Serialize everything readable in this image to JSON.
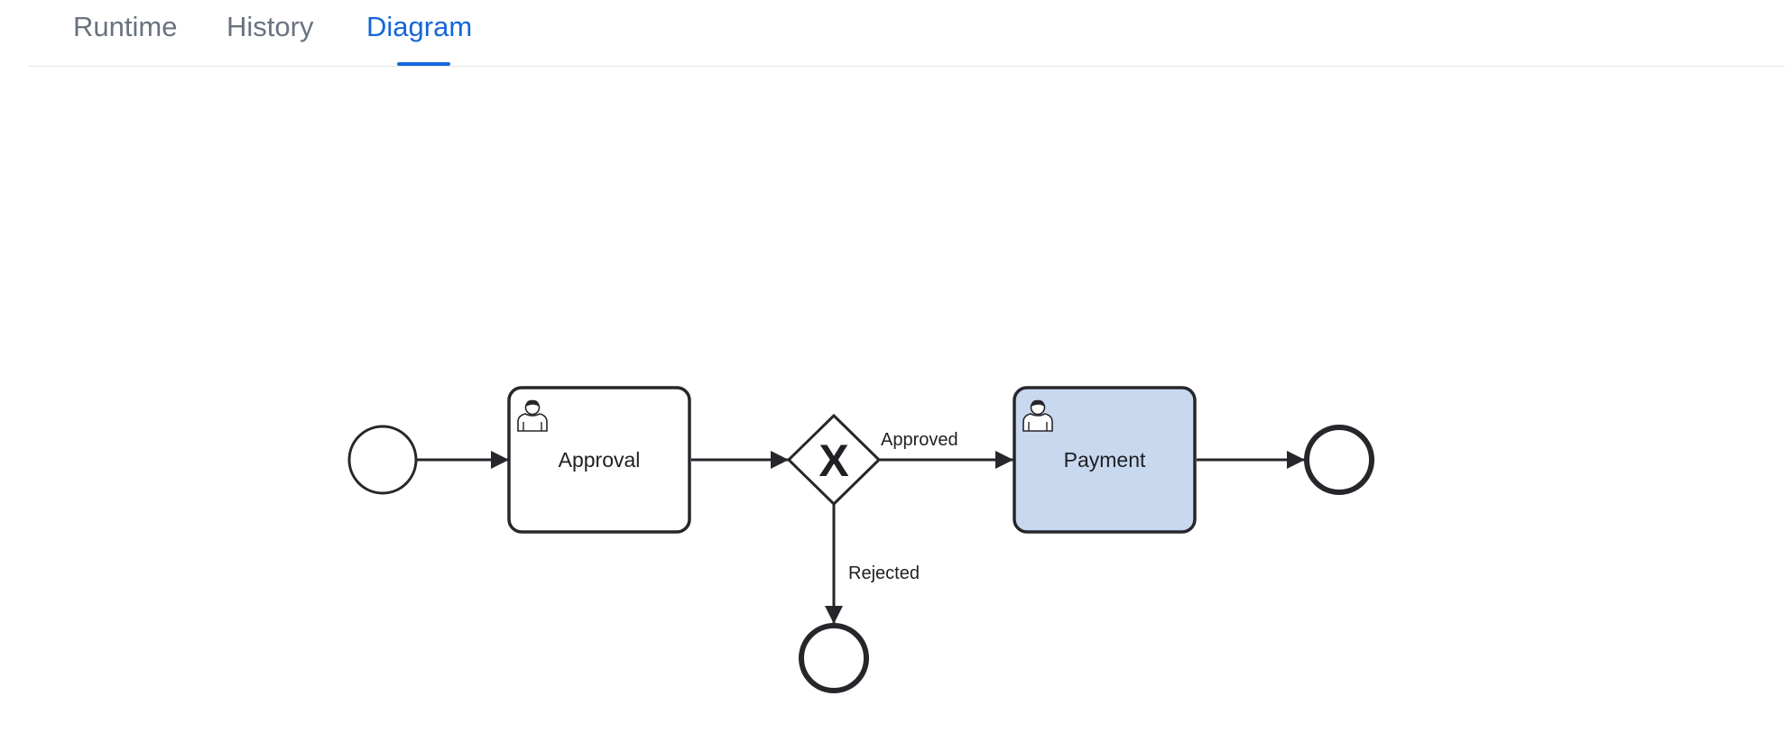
{
  "tabs": [
    {
      "label": "Runtime",
      "active": false
    },
    {
      "label": "History",
      "active": false
    },
    {
      "label": "Diagram",
      "active": true
    }
  ],
  "colors": {
    "active_tab": "#1467d8",
    "inactive_tab": "#6b7280",
    "stroke": "#26262b",
    "highlighted_task_fill": "#c7d8ef"
  },
  "diagram": {
    "tasks": {
      "approval": {
        "label": "Approval",
        "icon": "user-icon",
        "highlighted": false
      },
      "payment": {
        "label": "Payment",
        "icon": "user-icon",
        "highlighted": true
      }
    },
    "gateway": {
      "type": "exclusive",
      "marker": "X"
    },
    "flows": {
      "approved": {
        "label": "Approved"
      },
      "rejected": {
        "label": "Rejected"
      }
    }
  }
}
